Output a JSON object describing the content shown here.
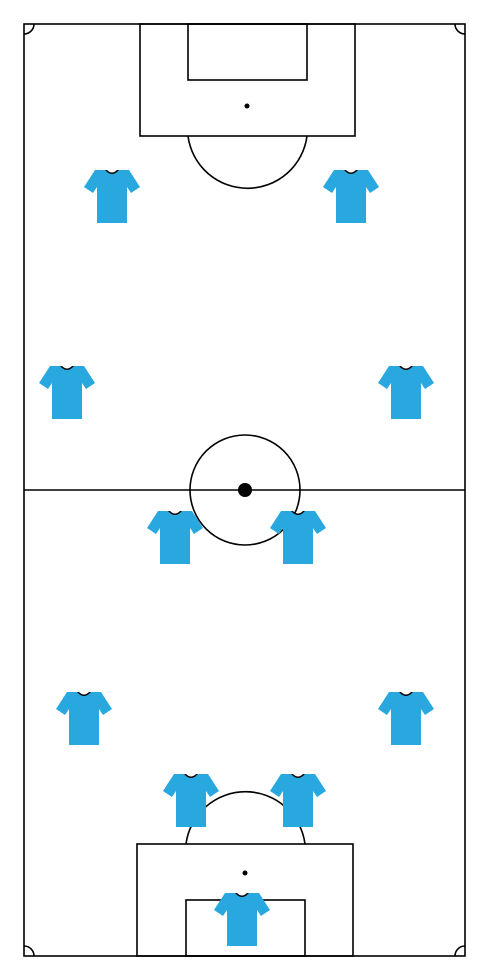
{
  "pitch": {
    "background": "#ffffff",
    "line_color": "#000000"
  },
  "kit": {
    "shirt_color": "#29a8e0",
    "collar_color": "#000000",
    "icon": "shirt-icon"
  },
  "players": [
    {
      "role": "forward-left"
    },
    {
      "role": "forward-right"
    },
    {
      "role": "winger-left"
    },
    {
      "role": "winger-right"
    },
    {
      "role": "central-midfielder-left"
    },
    {
      "role": "central-midfielder-right"
    },
    {
      "role": "fullback-left"
    },
    {
      "role": "fullback-right"
    },
    {
      "role": "centre-back-left"
    },
    {
      "role": "centre-back-right"
    },
    {
      "role": "goalkeeper"
    }
  ]
}
